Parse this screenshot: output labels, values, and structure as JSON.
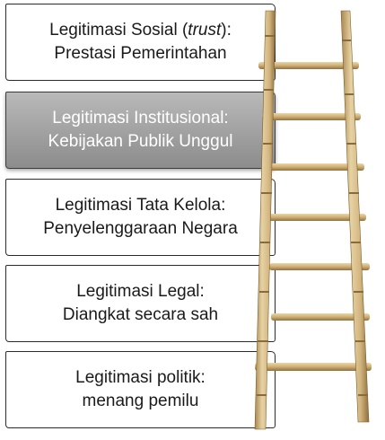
{
  "levels": [
    {
      "line1_prefix": "Legitimasi Sosial (",
      "line1_italic": "trust",
      "line1_suffix": "):",
      "line2": "Prestasi Pemerintahan"
    },
    {
      "line1": "Legitimasi Institusional:",
      "line2": "Kebijakan Publik Unggul"
    },
    {
      "line1": "Legitimasi Tata Kelola:",
      "line2": "Penyelenggaraan Negara"
    },
    {
      "line1": "Legitimasi Legal:",
      "line2": "Diangkat secara sah"
    },
    {
      "line1": "Legitimasi politik:",
      "line2": "menang pemilu"
    }
  ],
  "colors": {
    "highlight_fill": "#9e9e9e",
    "bamboo_light": "#dcc493",
    "bamboo_dark": "#a8874f",
    "node_color": "#8a6a3a"
  }
}
